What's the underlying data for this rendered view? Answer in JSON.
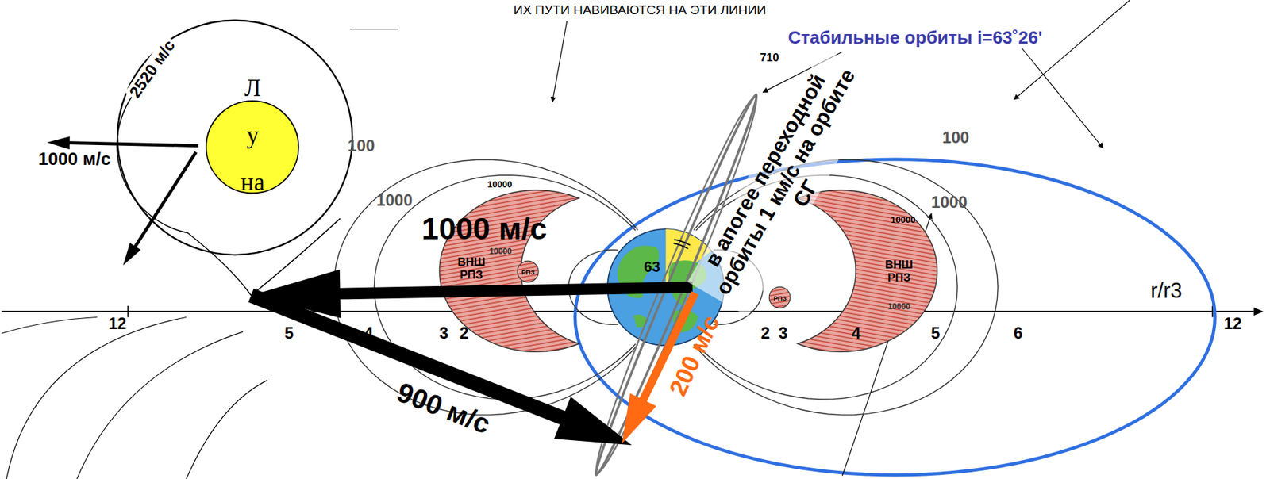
{
  "diagram": {
    "nodes": [
      {
        "text": [
          "Луна"
        ]
      },
      {
        "text": [
          "63"
        ]
      },
      {
        "text": [
          "ВНШ РПЗ"
        ]
      },
      {
        "text": [
          "РПЗ"
        ]
      },
      {
        "text": [
          "ВНШ РПЗ"
        ]
      },
      {
        "text": [
          "РПЗ"
        ]
      }
    ],
    "labels": [
      "ИХ ПУТИ НАВИВАЮТСЯ НА ЭТИ ЛИНИИ",
      "Стабильные орбиты i=63˚26'",
      "710",
      "2520 м/с",
      "1000 м/с",
      "100",
      "1000",
      "10000",
      "10000",
      "1000 м/с",
      "12",
      "5",
      "4",
      "3",
      "2",
      "900 м/с",
      "200 м/с",
      "в апогее переходной орбиты 1 км/с на орбите СГ",
      "10000",
      "1000",
      "100",
      "10000",
      "2",
      "3",
      "4",
      "5",
      "6",
      "r/r3",
      "12"
    ]
  }
}
